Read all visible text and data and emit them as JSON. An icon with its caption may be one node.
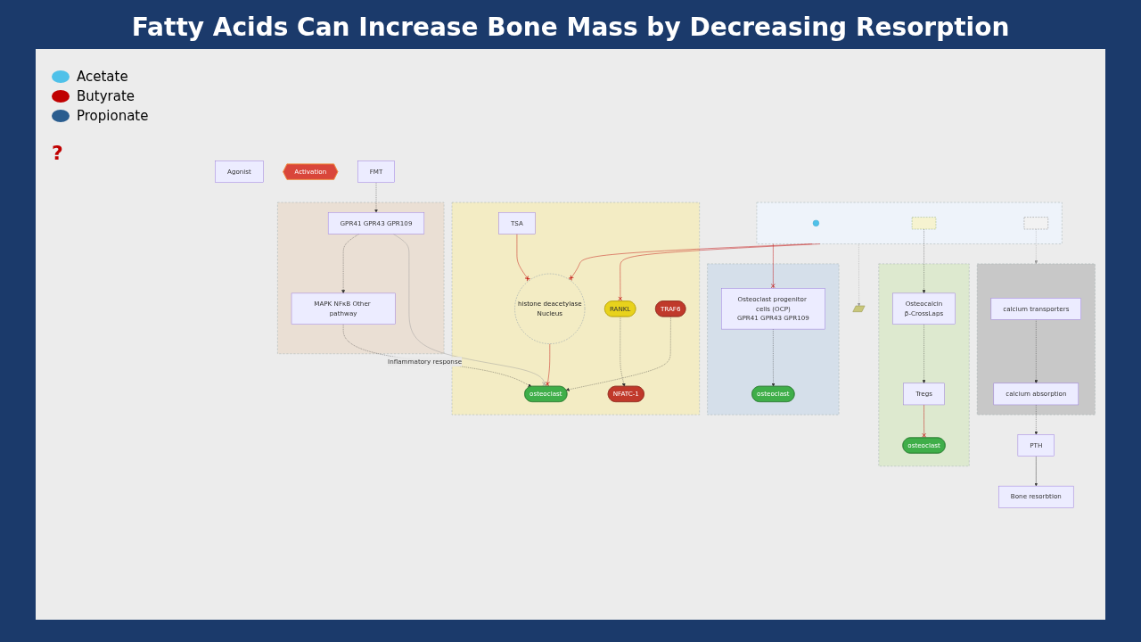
{
  "diagram": {
    "title": "Fatty Acids Can Increase Bone Mass by Decreasing Resorption",
    "nodes": [
      {
        "text": [],
        "shape": "box"
      },
      {
        "text": [],
        "shape": "circle",
        "in": 0
      },
      {
        "text": [],
        "shape": "box",
        "in": 0
      },
      {
        "text": [],
        "shape": "box",
        "in": 0
      },
      {
        "text": [],
        "shape": "box"
      },
      {
        "text": [
          "calcium transporters"
        ],
        "in": 4
      },
      {
        "text": [
          "calcium absorption"
        ],
        "in": 4
      },
      {
        "text": [
          "PTH"
        ]
      },
      {
        "text": [
          "Bone resorbtion"
        ]
      },
      {
        "text": [],
        "shape": "box"
      },
      {
        "text": [
          "Osteocalcin",
          "β-CrossLaps"
        ],
        "in": 9
      },
      {
        "text": [
          "Tregs"
        ],
        "in": 9
      },
      {
        "text": [
          "osteoclast"
        ],
        "in": 9
      },
      {
        "text": [],
        "shape": "box"
      },
      {
        "text": [
          "Osteoclast progenitor cells (OCP)",
          "GPR41 GPR43 GPR109"
        ],
        "in": 13
      },
      {
        "text": [
          "osteoclast"
        ],
        "in": 13
      },
      {
        "text": [],
        "shape": "box"
      },
      {
        "text": [
          "TSA"
        ],
        "in": 16
      },
      {
        "text": [
          "histone deacetylase",
          "Nucleus"
        ],
        "in": 16
      },
      {
        "text": [
          "RANKL"
        ],
        "in": 16
      },
      {
        "text": [
          "NFATC-1"
        ],
        "in": 16
      },
      {
        "text": [
          "TRAF6"
        ],
        "in": 16
      },
      {
        "text": [
          "osteoclast"
        ],
        "in": 16
      },
      {
        "text": [
          "Agonist"
        ]
      },
      {
        "text": [
          "Activation"
        ]
      },
      {
        "text": [],
        "shape": "picture"
      },
      {
        "text": [
          "FMT"
        ]
      },
      {
        "text": [],
        "shape": "box"
      },
      {
        "text": [
          "GPR41 GPR43 GPR109"
        ],
        "in": 27
      },
      {
        "text": [
          "MAPK NFκB Other pathway"
        ],
        "in": 27
      }
    ],
    "edges": [
      {
        "from": 3,
        "to": 4,
        "arrow": "to",
        "style": "dashed",
        "color": "#9a9a9a"
      },
      {
        "from": 2,
        "to": 10,
        "arrow": "to",
        "style": "dashed"
      },
      {
        "from": 0,
        "to": 14,
        "arrow": "other",
        "color": "#c00000"
      },
      {
        "from": 0,
        "to": 18,
        "arrow": "other",
        "color": "#c00000"
      },
      {
        "from": 0,
        "to": 19,
        "arrow": "other",
        "color": "#c00000"
      },
      {
        "from": 0,
        "to": 25,
        "arrow": "to",
        "style": "dashed",
        "color": "#9a9a9a"
      },
      {
        "from": 5,
        "to": 6,
        "arrow": "to",
        "style": "dashed"
      },
      {
        "from": 6,
        "to": 7,
        "arrow": "to",
        "style": "dashed"
      },
      {
        "from": 7,
        "to": 8,
        "arrow": "to"
      },
      {
        "from": 10,
        "to": 11,
        "arrow": "to",
        "style": "dashed"
      },
      {
        "from": 11,
        "to": 12,
        "arrow": "other",
        "color": "#c00000"
      },
      {
        "from": 14,
        "to": 15,
        "arrow": "to",
        "style": "dashed"
      },
      {
        "from": 17,
        "to": 18,
        "arrow": "other",
        "color": "#c00000"
      },
      {
        "from": 18,
        "to": 22,
        "arrow": "other",
        "color": "#c00000"
      },
      {
        "from": 19,
        "to": 20,
        "arrow": "to",
        "style": "dashed"
      },
      {
        "from": 21,
        "to": 22,
        "arrow": "to",
        "style": "dashed"
      },
      {
        "from": 26,
        "to": 28,
        "arrow": "to",
        "style": "dashed"
      },
      {
        "from": 28,
        "to": 29,
        "arrow": "to",
        "style": "dashed"
      },
      {
        "from": 29,
        "to": 22,
        "arrow": "to",
        "style": "dashed",
        "label": "Inflammatory response"
      },
      {
        "from": 28,
        "to": 22,
        "arrow": "other",
        "color": "#9a9a9a"
      }
    ],
    "labels": [
      "?"
    ],
    "legend": [
      {
        "text": "Acetate",
        "color": "#4fc1e9"
      },
      {
        "text": "Butyrate",
        "color": "#c00000"
      },
      {
        "text": "Propionate",
        "color": "#2a5d8f"
      }
    ]
  }
}
